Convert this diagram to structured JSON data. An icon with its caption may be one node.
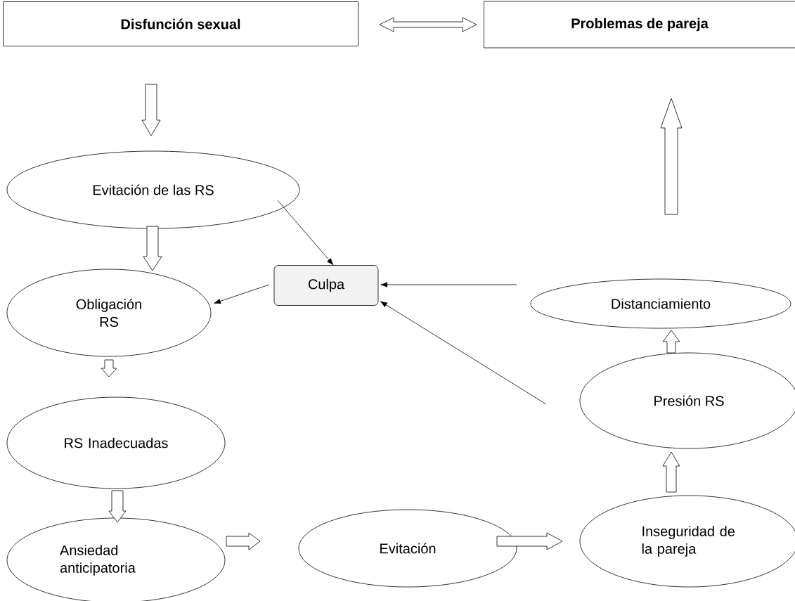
{
  "diagram": {
    "nodes": [
      {
        "text": [
          "Disfunción sexual"
        ]
      },
      {
        "text": [
          "Problemas de pareja"
        ]
      },
      {
        "text": [
          "Evitación de las RS"
        ]
      },
      {
        "text": [
          "Obligación RS"
        ]
      },
      {
        "text": [
          "Culpa"
        ]
      },
      {
        "text": [
          "Distanciamiento"
        ]
      },
      {
        "text": [
          "Presión RS"
        ]
      },
      {
        "text": [
          "RS Inadecuadas"
        ]
      },
      {
        "text": [
          "Ansiedad anticipatoria"
        ]
      },
      {
        "text": [
          "Evitación"
        ]
      },
      {
        "text": [
          "Inseguridad de la pareja"
        ]
      }
    ],
    "edges": [
      {
        "from": 0,
        "to": 1,
        "arrow": "both",
        "style": "thick"
      },
      {
        "from": 0,
        "to": 2,
        "arrow": "to",
        "style": "thick"
      },
      {
        "from": 2,
        "to": 3,
        "arrow": "to",
        "style": "thick"
      },
      {
        "from": 2,
        "to": 4,
        "arrow": "to"
      },
      {
        "from": 4,
        "to": 3,
        "arrow": "to"
      },
      {
        "from": 5,
        "to": 4,
        "arrow": "to"
      },
      {
        "from": 6,
        "to": 4,
        "arrow": "to"
      },
      {
        "from": 3,
        "to": 7,
        "arrow": "to",
        "style": "thick"
      },
      {
        "from": 7,
        "to": 8,
        "arrow": "to",
        "style": "thick"
      },
      {
        "from": 8,
        "to": 9,
        "arrow": "to",
        "style": "thick"
      },
      {
        "from": 9,
        "to": 10,
        "arrow": "to",
        "style": "thick"
      },
      {
        "from": 10,
        "to": 6,
        "arrow": "to",
        "style": "thick"
      },
      {
        "from": 6,
        "to": 5,
        "arrow": "to",
        "style": "thick"
      },
      {
        "from": 5,
        "to": 1,
        "arrow": "to",
        "style": "thick"
      }
    ]
  }
}
